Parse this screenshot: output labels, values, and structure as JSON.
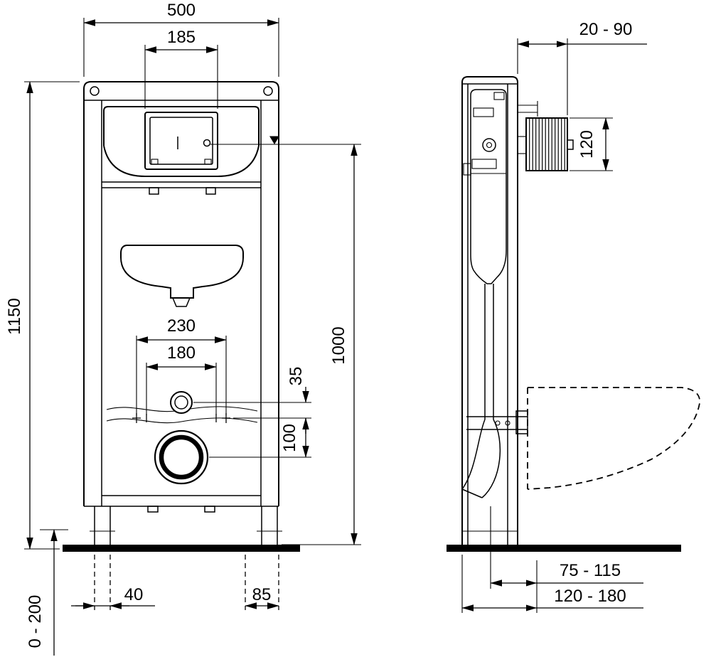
{
  "colors": {
    "line": "#000000",
    "background": "#ffffff"
  },
  "dims": {
    "front_width": "500",
    "plate_width": "185",
    "frame_height": "1150",
    "height_1000": "1000",
    "span_outer": "230",
    "span_inner": "180",
    "offset_35": "35",
    "offset_100": "100",
    "foot_40": "40",
    "foot_85": "85",
    "foot_range": "0 - 200",
    "wall_range": "20 - 90",
    "plate_height": "120",
    "outlet_range_a": "75 - 115",
    "outlet_range_b": "120 - 180"
  }
}
